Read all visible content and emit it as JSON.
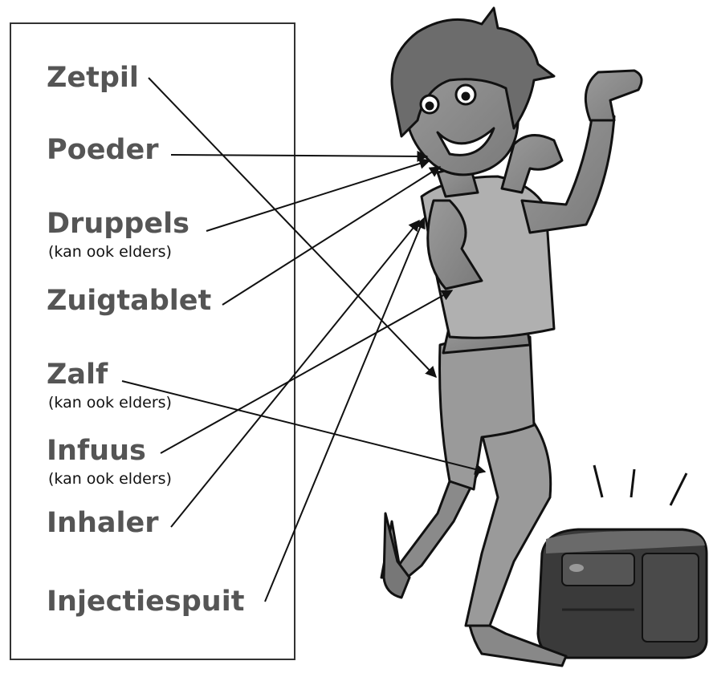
{
  "labels": {
    "zetpil": "Zetpil",
    "poeder": "Poeder",
    "druppels": "Druppels",
    "druppels_note": "(kan ook elders)",
    "zuigtablet": "Zuigtablet",
    "zalf": "Zalf",
    "zalf_note": "(kan ook elders)",
    "infuus": "Infuus",
    "infuus_note": "(kan ook elders)",
    "inhaler": "Inhaler",
    "injectiespuit": "Injectiespuit"
  },
  "colors": {
    "label_text": "#555555",
    "note_text": "#111111",
    "arrow": "#111111",
    "box_border": "#333333"
  }
}
